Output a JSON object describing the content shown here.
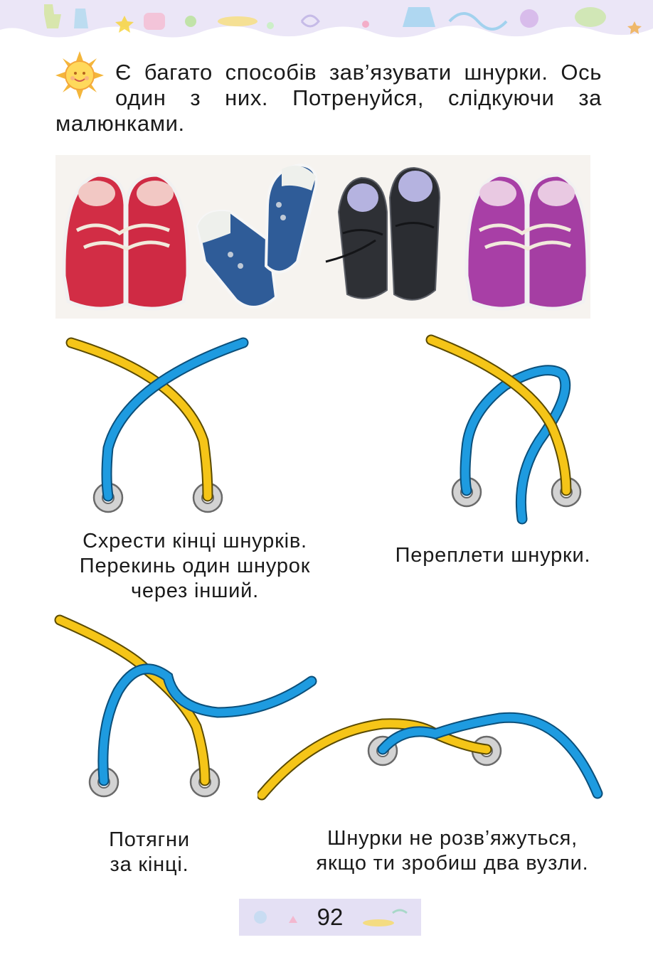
{
  "intro": {
    "text": "Є багато способів зав’язувати шнурки. Ось один з них. Потренуйся, слідкуючи за малюнками."
  },
  "steps": [
    {
      "caption_lines": [
        "Схрести кінці шнурків.",
        "Перекинь один шнурок",
        "через інший."
      ]
    },
    {
      "caption_lines": [
        "Переплети шнурки."
      ]
    },
    {
      "caption_lines": [
        "Потягни",
        "за кінці."
      ]
    },
    {
      "caption_lines": [
        "Шнурки не розв’яжуться,",
        "якщо ти зробиш два вузли."
      ]
    }
  ],
  "page_number": "92",
  "colors": {
    "lace_blue": "#1e9be0",
    "lace_yellow": "#f5c518",
    "header_band": "#ebe6f7"
  },
  "photo_items": [
    "red-sneakers",
    "blue-sneakers",
    "black-shoes",
    "purple-sneakers"
  ]
}
